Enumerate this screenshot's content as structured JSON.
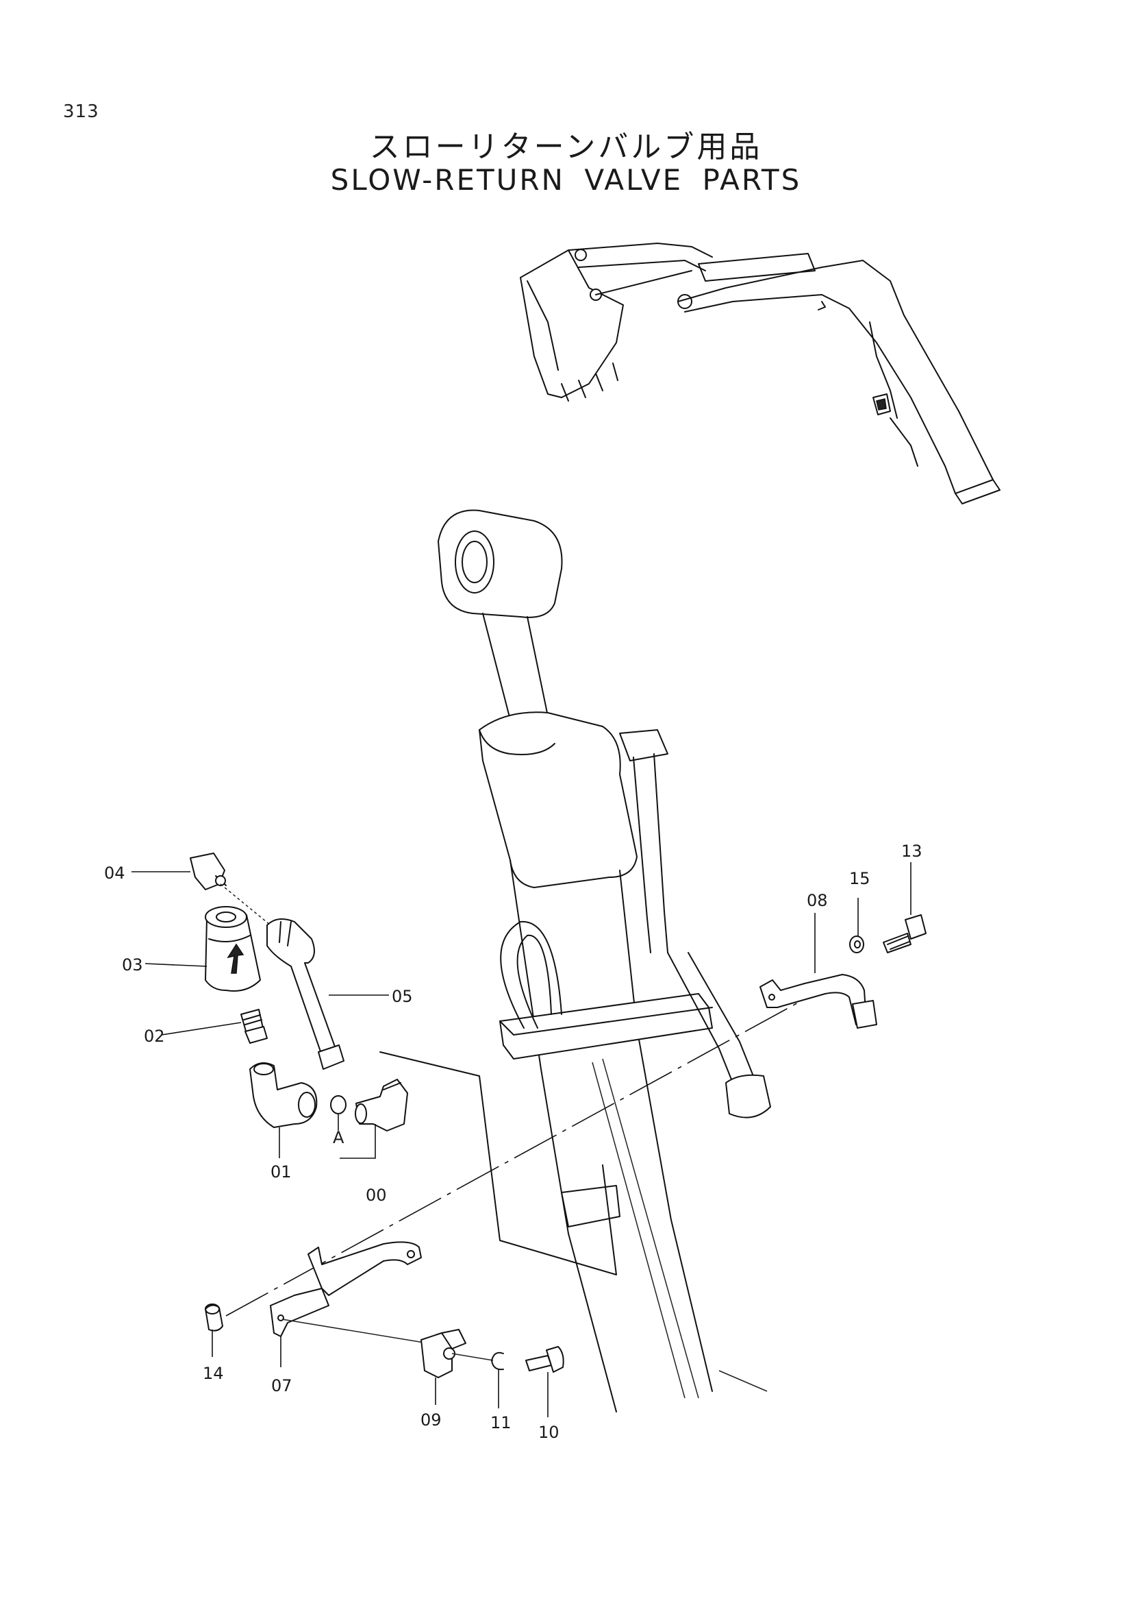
{
  "page": {
    "number": "313",
    "title_jp": "スローリターンバルブ用品",
    "title_en": "SLOW-RETURN VALVE PARTS"
  },
  "parts": [
    {
      "id": "p00",
      "label": "00"
    },
    {
      "id": "p01",
      "label": "01"
    },
    {
      "id": "p02",
      "label": "02"
    },
    {
      "id": "p03",
      "label": "03"
    },
    {
      "id": "p04",
      "label": "04"
    },
    {
      "id": "p05",
      "label": "05"
    },
    {
      "id": "p07",
      "label": "07"
    },
    {
      "id": "p08",
      "label": "08"
    },
    {
      "id": "p09",
      "label": "09"
    },
    {
      "id": "p10",
      "label": "10"
    },
    {
      "id": "p11",
      "label": "11"
    },
    {
      "id": "p13",
      "label": "13"
    },
    {
      "id": "p14",
      "label": "14"
    },
    {
      "id": "p15",
      "label": "15"
    }
  ],
  "callouts": {
    "oring": "A"
  }
}
